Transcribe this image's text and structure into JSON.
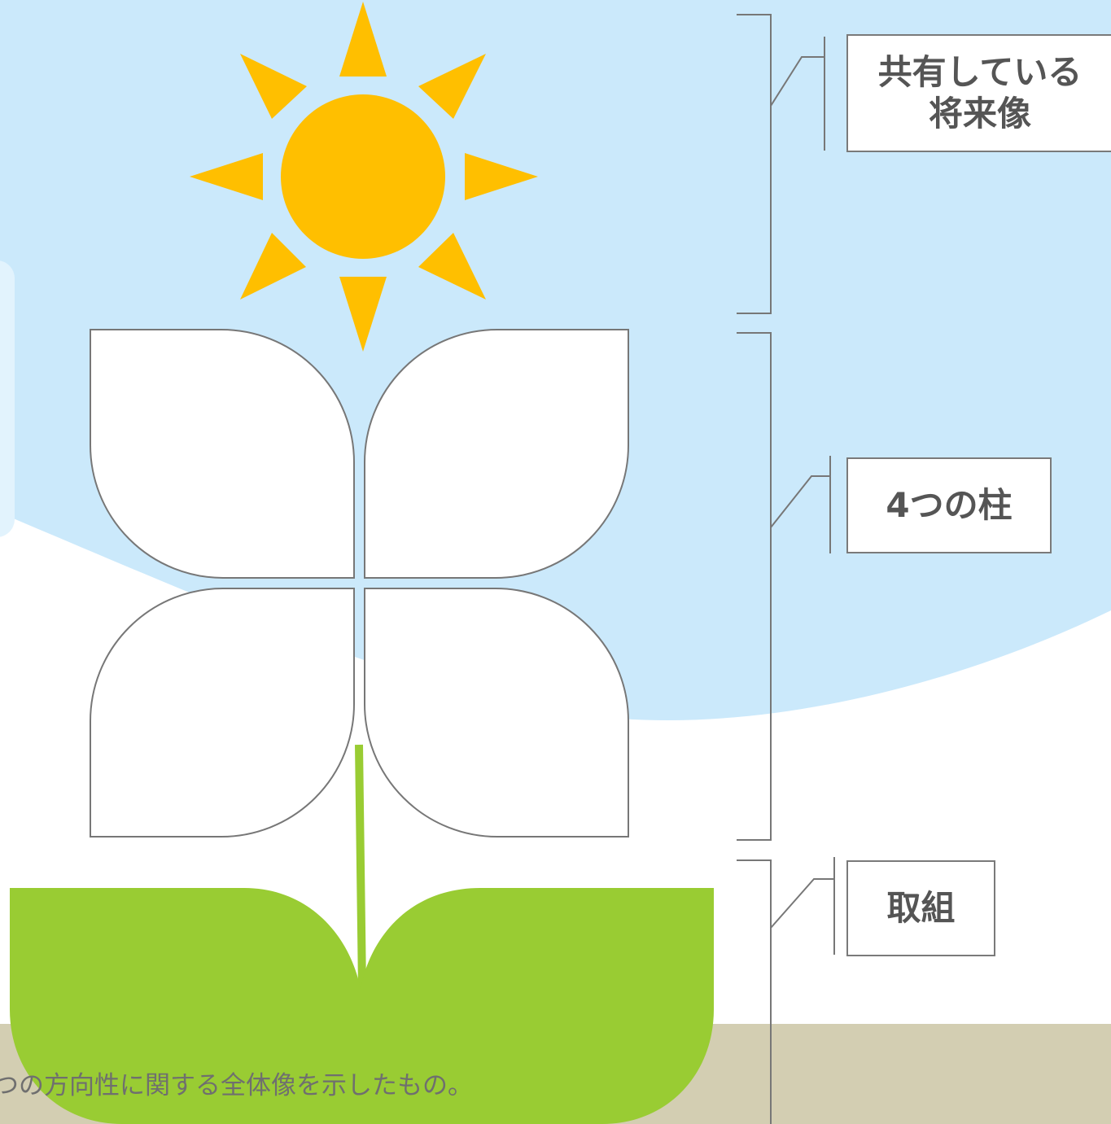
{
  "colors": {
    "sky": "#cbe9fb",
    "sun": "#ffbf00",
    "petal_fill": "#ffffff",
    "petal_stroke": "#777777",
    "leaf": "#99cc33",
    "ground": "#d3ceb2",
    "bracket": "#777777",
    "text": "#555555"
  },
  "labels": {
    "vision_line1": "共有している",
    "vision_line2": "将来像",
    "pillars": "4つの柱",
    "efforts": "取組"
  },
  "caption": "つの方向性に関する全体像を示したもの。"
}
